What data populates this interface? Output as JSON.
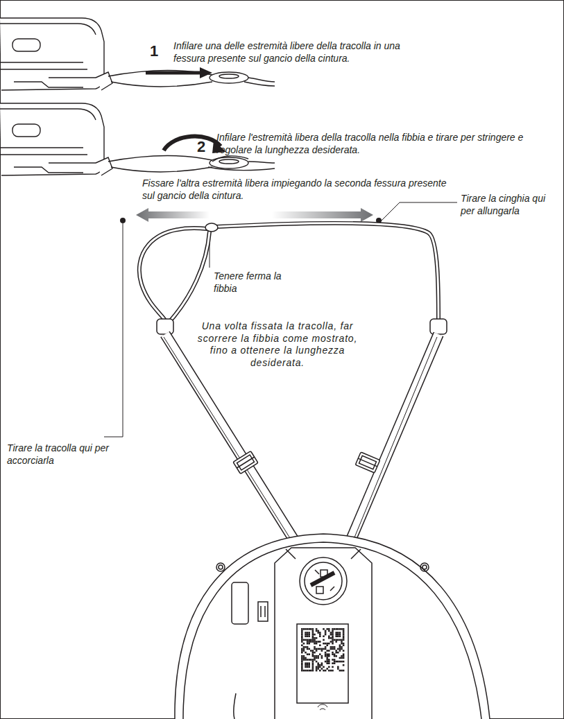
{
  "diagram": {
    "labels": [
      "1",
      "Infilare una delle estremità libere della tracolla in una fessura presente sul gancio della cintura.",
      "2",
      "Infilare l'estremità libera della tracolla nella fibbia e tirare per stringere e regolare la lunghezza desiderata.",
      "Fissare l'altra estremità libera impiegando la seconda fessura presente sul gancio della cintura.",
      "Tirare la cinghia qui per allungarla",
      "Tenere ferma la fibbia",
      "Tirare la tracolla qui per accorciarla",
      "Una volta fissata la tracolla, far scorrere la fibbia come mostrato, fino a ottenere la lunghezza desiderata."
    ]
  }
}
